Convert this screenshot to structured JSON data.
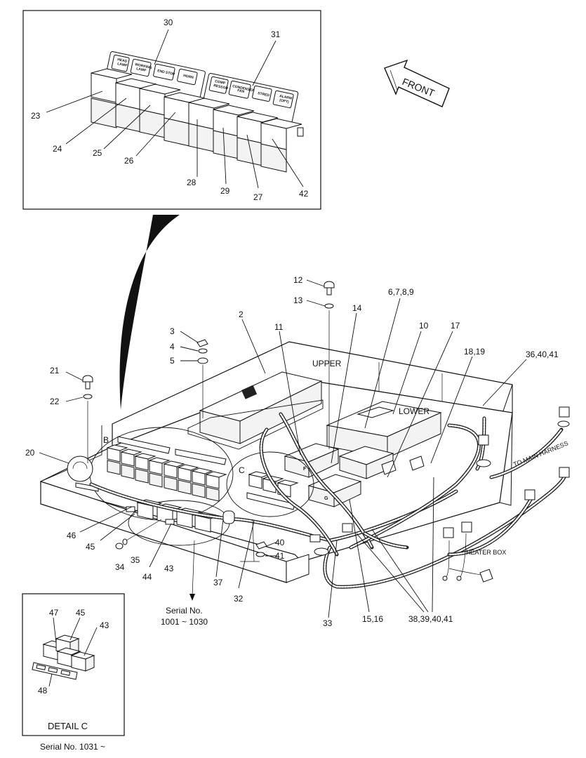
{
  "callouts": {
    "c23": "23",
    "c24": "24",
    "c25": "25",
    "c26": "26",
    "c28": "28",
    "c29": "29",
    "c27": "27",
    "c42": "42",
    "c30": "30",
    "c31": "31",
    "c12": "12",
    "c13": "13",
    "c14": "14",
    "c6789": "6,7,8,9",
    "c10": "10",
    "c17": "17",
    "c1819": "18,19",
    "c364041": "36,40,41",
    "c2": "2",
    "c11": "11",
    "c3": "3",
    "c4": "4",
    "c5": "5",
    "c21": "21",
    "c22": "22",
    "c20": "20",
    "c46": "46",
    "c45": "45",
    "c34": "34",
    "c35": "35",
    "c44": "44",
    "c43": "43",
    "c37": "37",
    "c32": "32",
    "c40": "40",
    "c41": "41",
    "c33": "33",
    "c1516": "15,16",
    "c38394041": "38,39,40,41",
    "d47": "47",
    "d45": "45",
    "d43": "43",
    "d48": "48"
  },
  "panel_labels": {
    "head_lamp": [
      "HEAD",
      "LAMP"
    ],
    "working_lamp": [
      "WORKING",
      "LAMP"
    ],
    "end_stop": "END STOP",
    "horn": "HORN",
    "comp_ressor": [
      "COMP",
      "RESSOR"
    ],
    "condenser_fan": [
      "CONDENSER",
      "FAN"
    ],
    "stred": "STRED",
    "alarm_opt": [
      "ALARM",
      "(OPT)"
    ]
  },
  "text": {
    "front": "FRONT",
    "upper": "UPPER",
    "lower": "LOWER",
    "to_main_harness": "TO MAIN HARNESS",
    "heater_box": "HEATER BOX",
    "label_b": "B",
    "label_c": "C",
    "label_f": "F",
    "label_g": "G",
    "serial_a1": "Serial No.",
    "serial_a2": "1001 ~ 1030",
    "detail_c": "DETAIL  C",
    "serial_b": "Serial No. 1031 ~"
  }
}
